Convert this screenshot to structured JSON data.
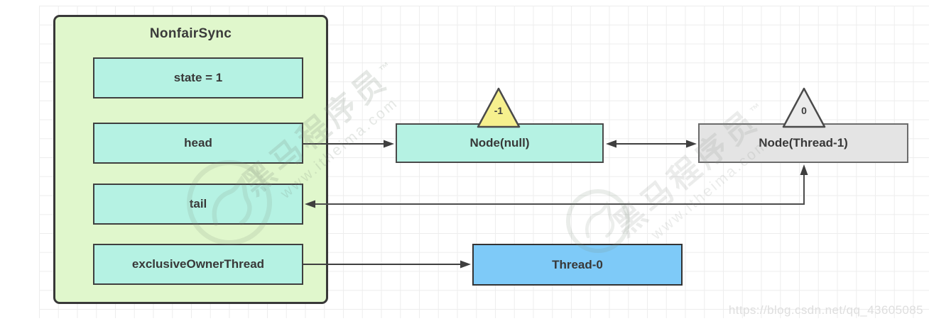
{
  "nonfairsync": {
    "title": "NonfairSync",
    "fields": [
      "state = 1",
      "head",
      "tail",
      "exclusiveOwnerThread"
    ]
  },
  "nodes": {
    "node1": {
      "label": "Node(null)",
      "wait_status": "-1"
    },
    "node2": {
      "label": "Node(Thread-1)",
      "wait_status": "0"
    }
  },
  "thread": {
    "label": "Thread-0"
  },
  "colors": {
    "class_fill": "#e0f7cc",
    "field_fill": "#b5f2e3",
    "node_null_fill": "#b5f2e3",
    "node_thread_fill": "#e4e4e4",
    "thread_fill": "#7ecaf8",
    "triangle_minus1_fill": "#f6f08e",
    "triangle_zero_fill": "#ebebeb",
    "arrow": "#3f3f3f"
  },
  "watermark": {
    "brand": "黑马程序员",
    "trademark": "™",
    "site": "www.itheima.com",
    "url": "https://blog.csdn.net/qq_43605085"
  }
}
